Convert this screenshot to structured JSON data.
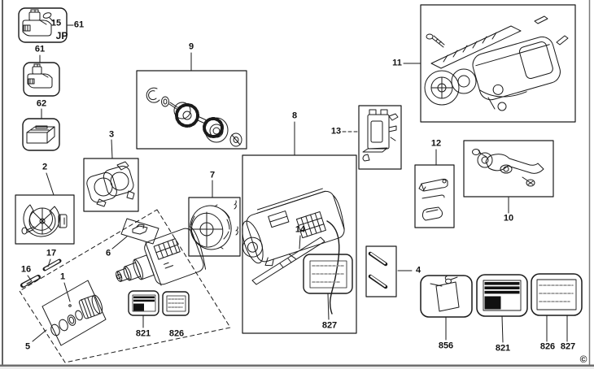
{
  "callouts": {
    "n1": "1",
    "n2": "2",
    "n3": "3",
    "n4": "4",
    "n5": "5",
    "n6": "6",
    "n7": "7",
    "n8": "8",
    "n9": "9",
    "n10": "10",
    "n11": "11",
    "n12": "12",
    "n13": "13",
    "n14": "14",
    "n15": "15",
    "n16": "16",
    "n17": "17",
    "n61a": "61",
    "n61b": "61",
    "n62": "62",
    "jp": "JP"
  },
  "sticker_labels": {
    "mid_821": "821",
    "mid_826": "826",
    "mid_827": "827",
    "br_856": "856",
    "br_821": "821",
    "br_826": "826",
    "br_827": "827"
  },
  "copyright": "©",
  "colors": {
    "line": "#1a1a1a",
    "label_text": "#111111",
    "bottom_bar": "#6f6f6f",
    "page_edge": "#7a7a7a"
  },
  "icons": {
    "sticker_856_icon": "lubrication-label-A",
    "sticker_821_icon": "rating-plate-black-bars",
    "sticker_826_827_icon": "text-label"
  }
}
